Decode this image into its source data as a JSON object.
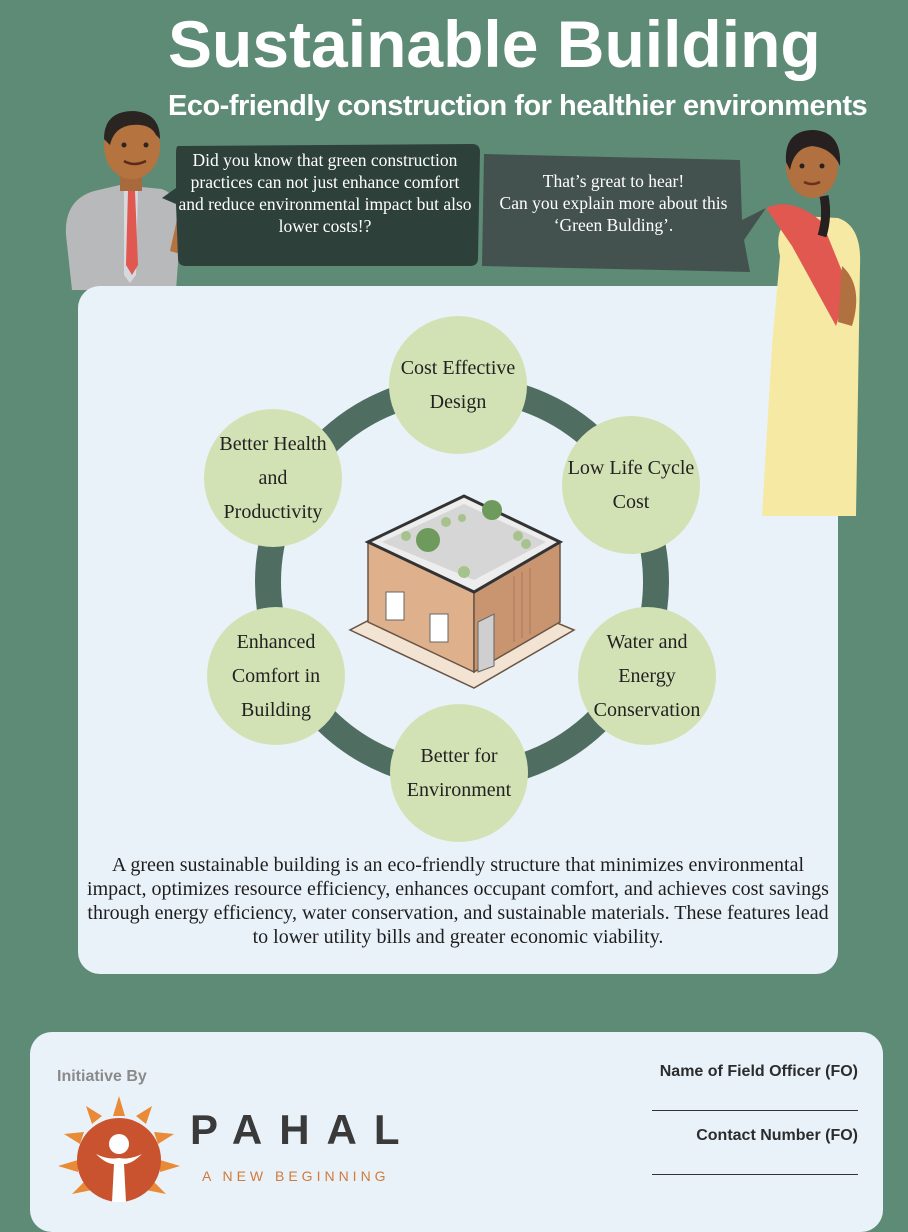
{
  "header": {
    "title": "Sustainable Building",
    "subtitle": "Eco-friendly construction for healthier environments"
  },
  "dialogue": {
    "man": "Did you know that green construction practices can not just enhance comfort and reduce environmental impact but also lower costs!?",
    "woman_line1": "That’s great to hear!",
    "woman_line2": "Can you explain more about this ‘Green Bulding’."
  },
  "benefits": [
    {
      "label": "Cost Effective Design"
    },
    {
      "label": "Low Life Cycle Cost"
    },
    {
      "label": "Water and Energy Conservation"
    },
    {
      "label": "Better for Environment"
    },
    {
      "label": "Enhanced Comfort in Building"
    },
    {
      "label": "Better Health and Productivity"
    }
  ],
  "description": "A green sustainable building is an eco-friendly structure that minimizes environmental impact, optimizes resource efficiency, enhances occupant comfort, and achieves cost savings through energy efficiency, water conservation, and sustainable materials. These features lead to lower utility bills and greater economic viability.",
  "footer": {
    "initiative_label": "Initiative By",
    "org_name": "PAHAL",
    "org_tagline": "A NEW BEGINNING",
    "fo_name_label": "Name of Field Officer (FO)",
    "fo_contact_label": "Contact Number (FO)"
  },
  "colors": {
    "background": "#5e8b76",
    "panel": "#eaf2f9",
    "ring": "#4f6e61",
    "node": "#d3e2b5",
    "bubble_dark": "#2e403a",
    "bubble_gray": "#44524f",
    "logo_orange": "#e07a2e",
    "logo_red": "#b6432b"
  }
}
